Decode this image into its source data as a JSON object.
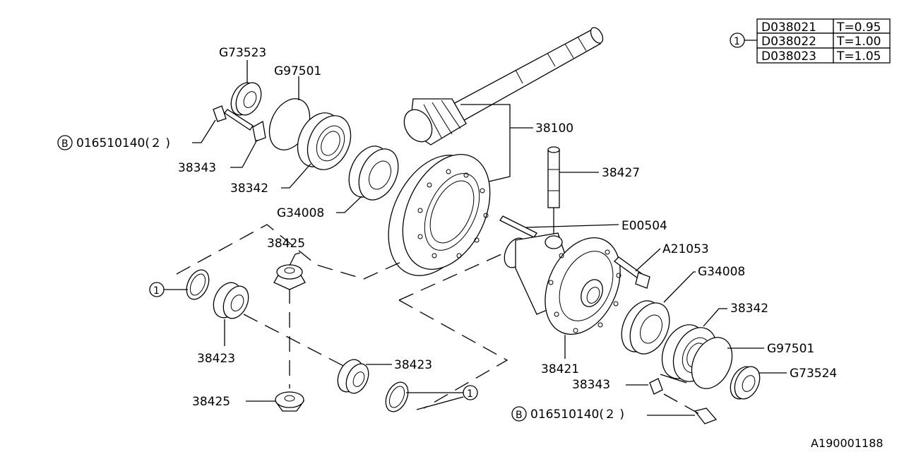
{
  "labels": {
    "g73523": "G73523",
    "g97501_top": "G97501",
    "bolt_top": "016510140(２ )",
    "b_top": "B",
    "s38343_top": "38343",
    "s38342_top": "38342",
    "g34008_top": "G34008",
    "s38100": "38100",
    "s38427": "38427",
    "e00504": "E00504",
    "a21053": "A21053",
    "g34008_right": "G34008",
    "s38342_right": "38342",
    "g97501_right": "G97501",
    "g73524": "G73524",
    "s38421": "38421",
    "s38343_right": "38343",
    "bolt_bottom": "016510140(２ )",
    "b_bottom": "B",
    "s38425_top": "38425",
    "s38423_left": "38423",
    "s38423_mid": "38423",
    "s38425_bottom": "38425",
    "ref1_left": "1",
    "ref1_bottom": "1",
    "ref1_table": "1",
    "diagram_id": "A190001188"
  },
  "shim_table": {
    "rows": [
      {
        "part": "D038021",
        "thickness": "T=0.95"
      },
      {
        "part": "D038022",
        "thickness": "T=1.00"
      },
      {
        "part": "D038023",
        "thickness": "T=1.05"
      }
    ]
  }
}
